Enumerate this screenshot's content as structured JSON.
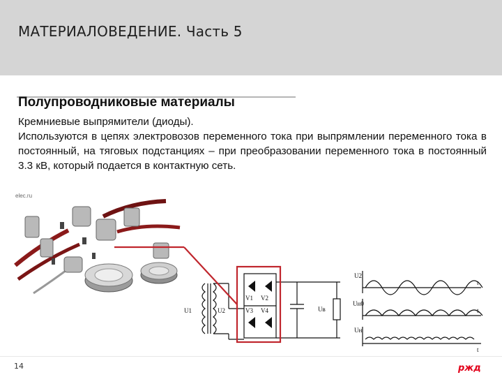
{
  "header": {
    "title": "МАТЕРИАЛОВЕДЕНИЕ. Часть 5"
  },
  "section": {
    "title": "Полупроводниковые материалы",
    "paragraph1": "Кремниевые выпрямители (диоды).",
    "paragraph2": "Используются в цепях электровозов переменного тока при выпрямлении переменного тока в постоянный, на тяговых подстанциях – при преобразовании переменного тока в постоянный 3.3 кВ, который подается в контактную сеть."
  },
  "photo": {
    "credit": "elec.ru"
  },
  "circuit": {
    "labels": {
      "u1": "U1",
      "u2": "U2",
      "v1": "V1",
      "v2": "V2",
      "v3": "V3",
      "v4": "V4",
      "ud": "Uв",
      "g1": "U2",
      "g2": "Uн0",
      "g3": "Uн",
      "t": "t"
    }
  },
  "colors": {
    "header_bg": "#d5d5d5",
    "callout_red": "#c0262d",
    "logo_red": "#e2001a"
  },
  "footer": {
    "page": "14",
    "logo": "ржд"
  }
}
